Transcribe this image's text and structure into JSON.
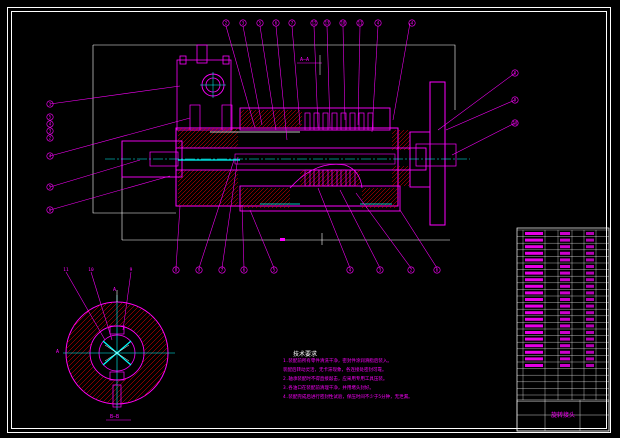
{
  "drawing": {
    "background": "#000000",
    "frame_color": "#ffffff",
    "outline_color": "#ff00ff",
    "center_color": "#00ffff",
    "hatch_color": "#ff0000",
    "leader_color": "#ff00ff",
    "dim_color": "#ffffff"
  },
  "callouts_top": [
    "2",
    "3",
    "5",
    "6",
    "7",
    "12",
    "13",
    "10",
    "11",
    "4"
  ],
  "callout_right_top": "8",
  "callouts_right": [
    "9",
    "10"
  ],
  "callouts_left": [
    "1",
    "4",
    "5",
    "6"
  ],
  "callouts_bottom": [
    "8",
    "9",
    "7",
    "6",
    "5",
    "4",
    "3",
    "2",
    "1"
  ],
  "callout_bottom_right": "6",
  "section_labels": {
    "section_view": "A—A",
    "cut_a_top": "A",
    "cut_a_left": "A",
    "section_title": "B—B"
  },
  "section_callouts": [
    "11",
    "10",
    "9"
  ],
  "technical_notes": {
    "title": "技术要求",
    "lines": [
      "1.装配前所有零件清洗干净，密封件涂润滑脂后装入。",
      "  装配后转动灵活，无卡滞现象，各连接处密封可靠。",
      "2.轴承装配时不得直接敲击，应采用专用工具压装。",
      "3.各油口在装配前清理干净，并用堵头封好。",
      "4.装配完成后进行密封性试验，保压时间不少于5分钟，无泄漏。"
    ]
  },
  "title_block": {
    "title": "旋转接头",
    "rows": 26
  }
}
